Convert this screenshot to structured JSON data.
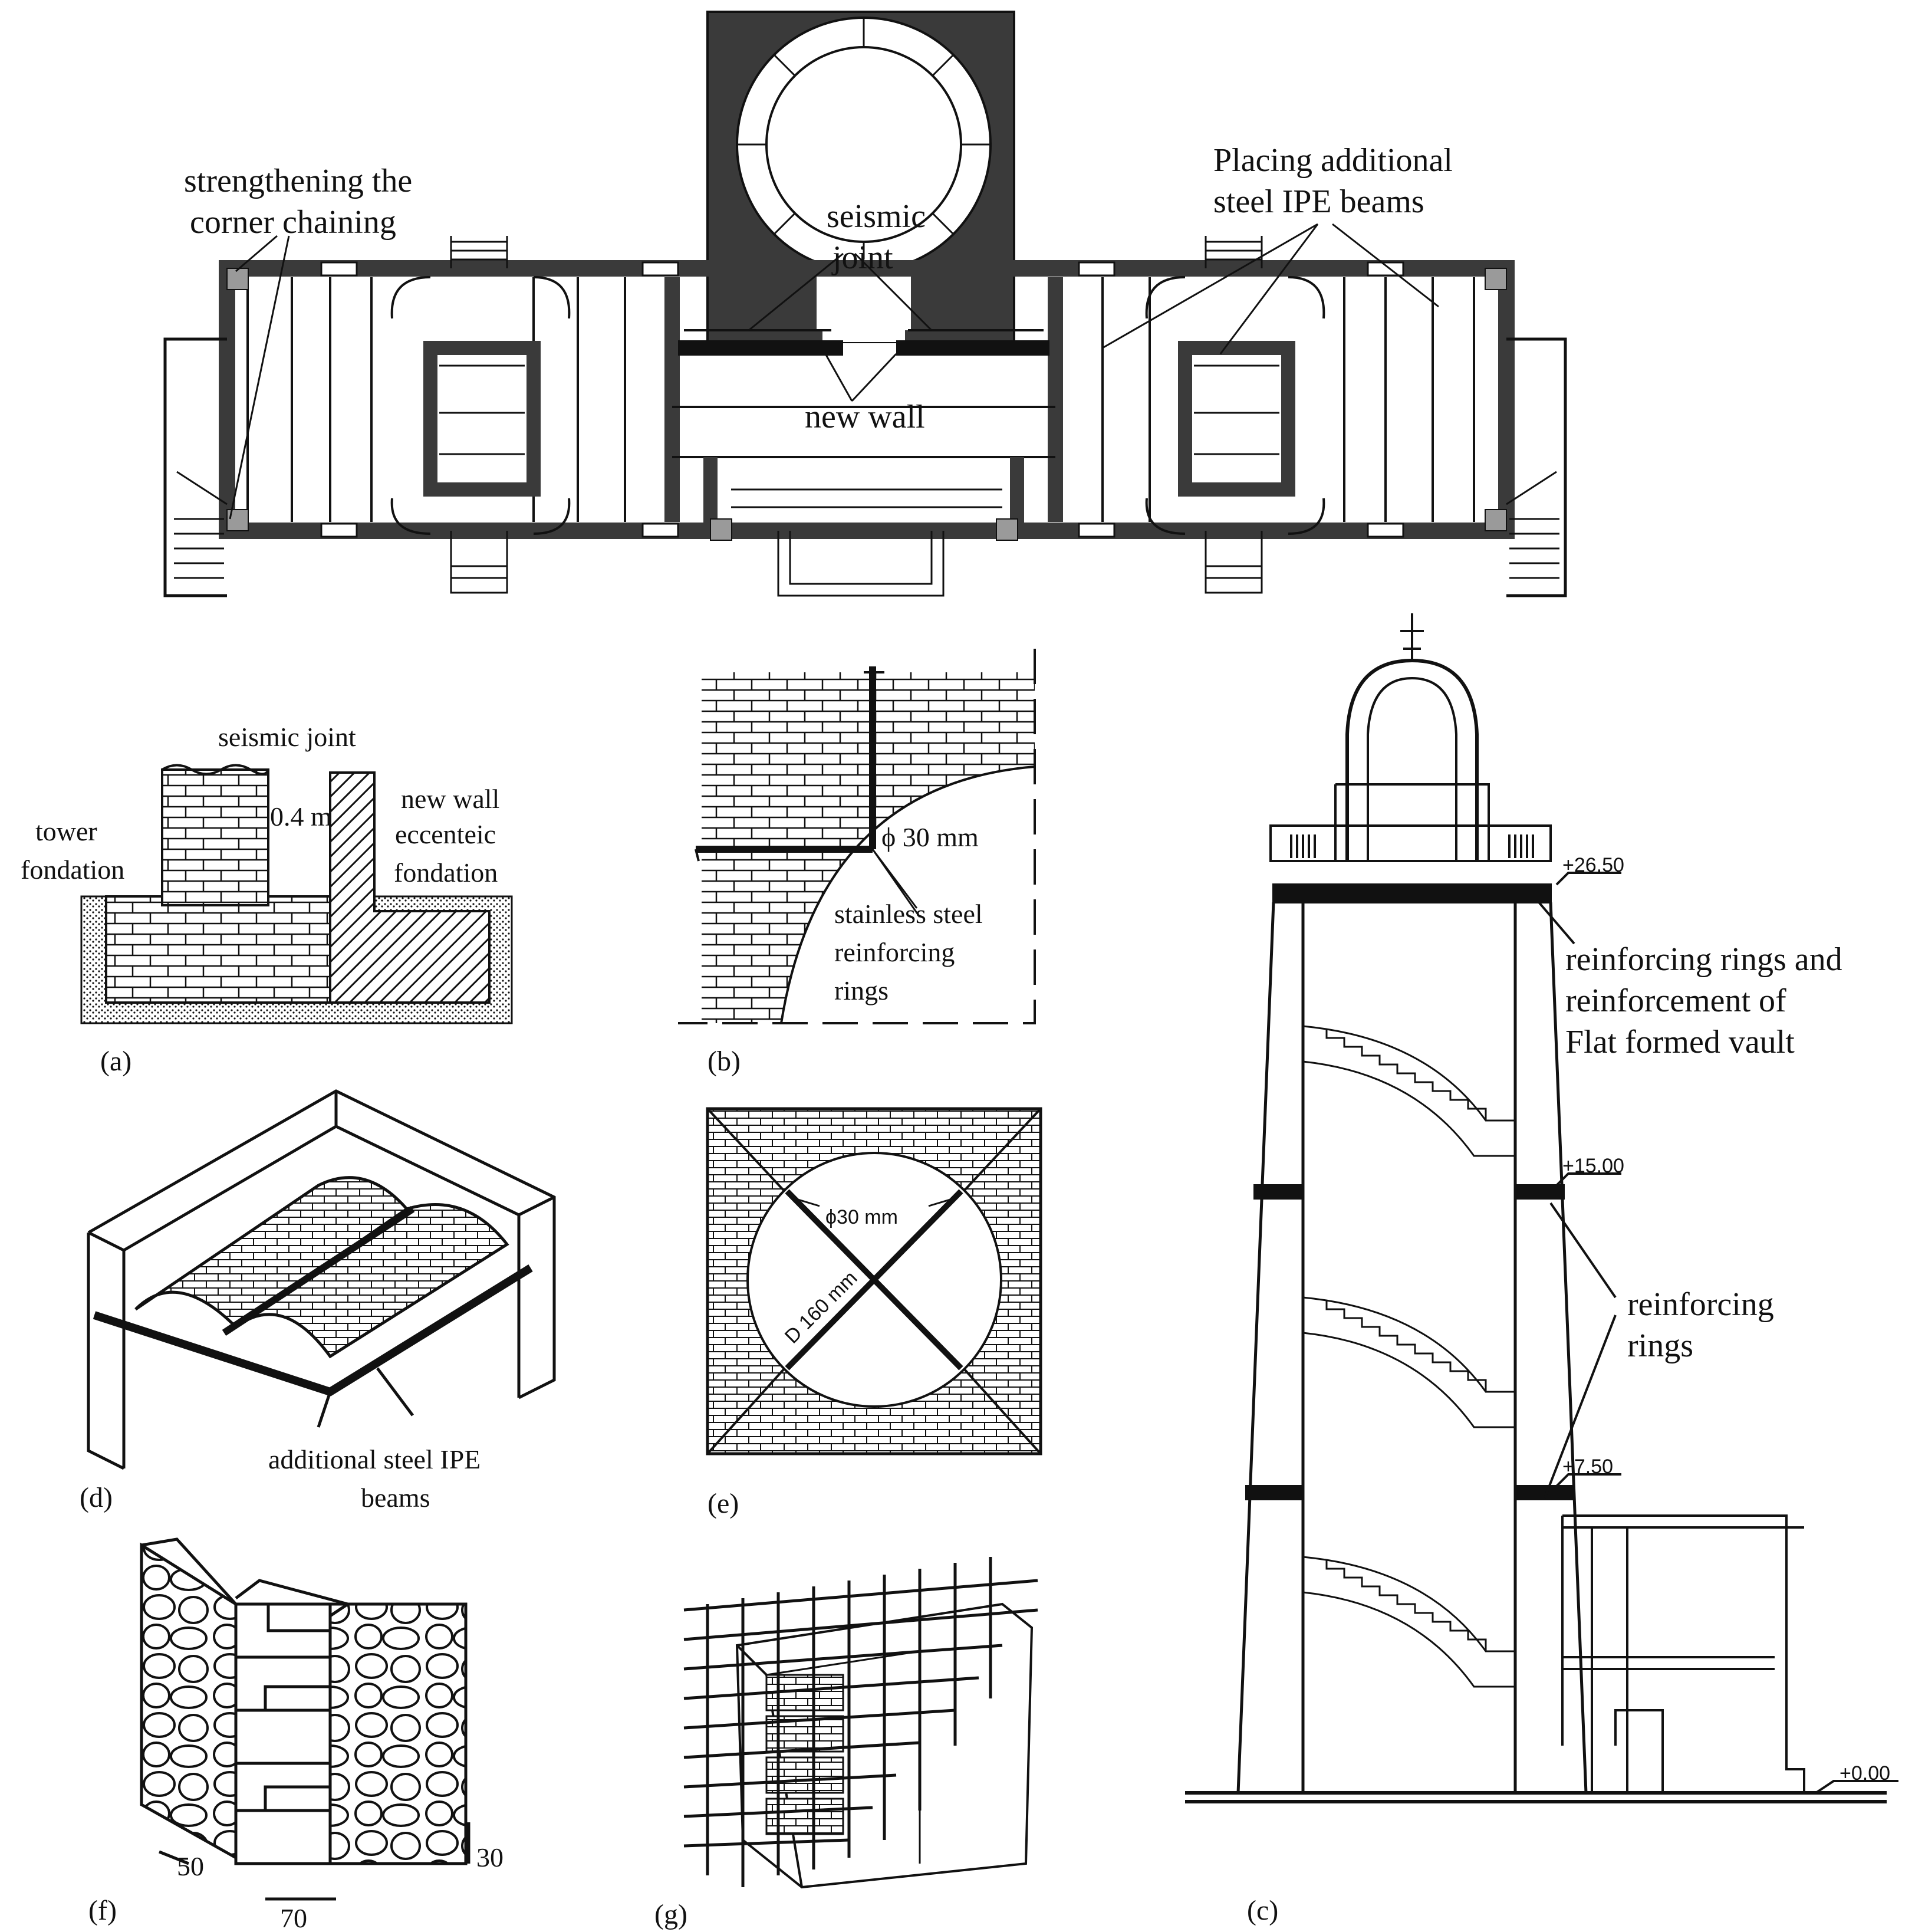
{
  "colors": {
    "wall": "#3a3a3a",
    "chain": "#9a9a9a",
    "ink": "#111111",
    "paper": "#ffffff"
  },
  "plan": {
    "strengthening": [
      "strengthening the",
      "corner chaining"
    ],
    "placing": [
      "Placing additional",
      "steel IPE beams"
    ],
    "seismic": [
      "seismic",
      "joint"
    ],
    "new_wall": "new wall"
  },
  "panel_a": {
    "caption": "(a)",
    "seismic_joint": "seismic joint",
    "gap": "0.4 m",
    "tower": [
      "tower",
      "fondation"
    ],
    "new_wall": [
      "new wall",
      "eccenteic",
      "fondation"
    ]
  },
  "panel_b": {
    "caption": "(b)",
    "diameter": "ϕ 30 mm",
    "rings": [
      "stainless steel",
      "reinforcing",
      "rings"
    ]
  },
  "panel_c": {
    "caption": "(c)",
    "levels": [
      "+26.50",
      "+15.00",
      "+7.50",
      "+0.00"
    ],
    "top_note": [
      "reinforcing rings and",
      "reinforcement of",
      "Flat formed vault"
    ],
    "rings_note": [
      "reinforcing",
      "rings"
    ]
  },
  "panel_d": {
    "caption": "(d)",
    "beams": [
      "additional steel IPE",
      "beams"
    ]
  },
  "panel_e": {
    "caption": "(e)",
    "bar": "ϕ30 mm",
    "diameter": "D 160 mm"
  },
  "panel_f": {
    "caption": "(f)",
    "dims": [
      "50",
      "30",
      "70"
    ]
  },
  "panel_g": {
    "caption": "(g)"
  }
}
